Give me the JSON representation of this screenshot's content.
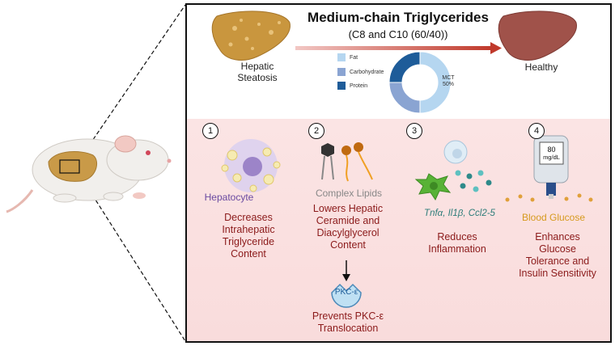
{
  "header": {
    "title": "Medium-chain Triglycerides",
    "subtitle": "(C8 and C10 (60/40))",
    "left_liver_label": "Hepatic\nSteatosis",
    "right_liver_label": "Healthy"
  },
  "legend": [
    {
      "label": "Fat",
      "color": "#b5d6f0"
    },
    {
      "label": "Carbohydrate",
      "color": "#8aa4d2"
    },
    {
      "label": "Protein",
      "color": "#1e5c99"
    }
  ],
  "chart_data": {
    "type": "pie",
    "categories": [
      "Fat",
      "Carbohydrate",
      "Protein"
    ],
    "values": [
      50,
      25,
      25
    ],
    "annotation": "MCT\n50%",
    "colors": [
      "#b5d6f0",
      "#8aa4d2",
      "#1e5c99"
    ]
  },
  "effects": [
    {
      "number": "1",
      "image_label": "Hepatocyte",
      "text": "Decreases\nIntrahepatic\nTriglyceride\nContent"
    },
    {
      "number": "2",
      "image_label": "Complex Lipids",
      "text": "Lowers Hepatic\nCeramide and\nDiacylglycerol\nContent",
      "enzyme": "PKC-ε",
      "outcome": "Prevents PKC-ε\nTranslocation"
    },
    {
      "number": "3",
      "image_label": "Tnfα, Il1β, Ccl2-5",
      "text": "Reduces\nInflammation"
    },
    {
      "number": "4",
      "image_label": "Blood Glucose",
      "meter_value": "80",
      "meter_unit": "mg/dL",
      "text": "Enhances\nGlucose\nTolerance and\nInsulin Sensitivity"
    }
  ],
  "colors": {
    "effect_text": "#8b1a1a",
    "hepatocyte_label": "#6a4aa0",
    "lipids_label": "#888888",
    "cytokines_label": "#2e7d7a",
    "glucose_label": "#d69a1e",
    "arrow": "#c0392b"
  }
}
